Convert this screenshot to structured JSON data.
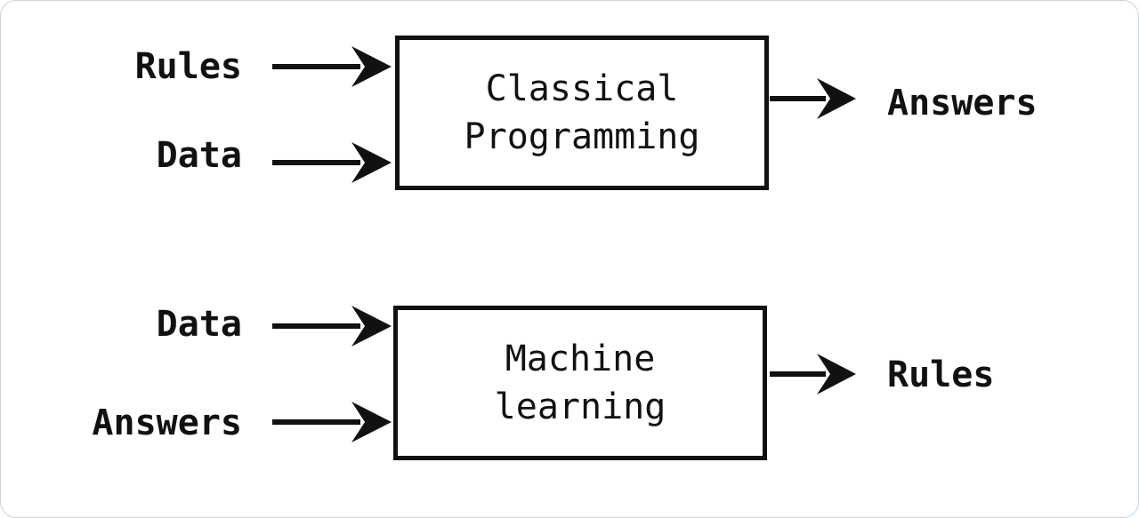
{
  "diagram": {
    "top": {
      "inputs": [
        "Rules",
        "Data"
      ],
      "box_lines": [
        "Classical",
        "Programming"
      ],
      "output": "Answers"
    },
    "bottom": {
      "inputs": [
        "Data",
        "Answers"
      ],
      "box_lines": [
        "Machine",
        "learning"
      ],
      "output": "Rules"
    }
  },
  "colors": {
    "ink": "#111111",
    "frame_border": "#c9d3dd",
    "background": "#ffffff"
  }
}
